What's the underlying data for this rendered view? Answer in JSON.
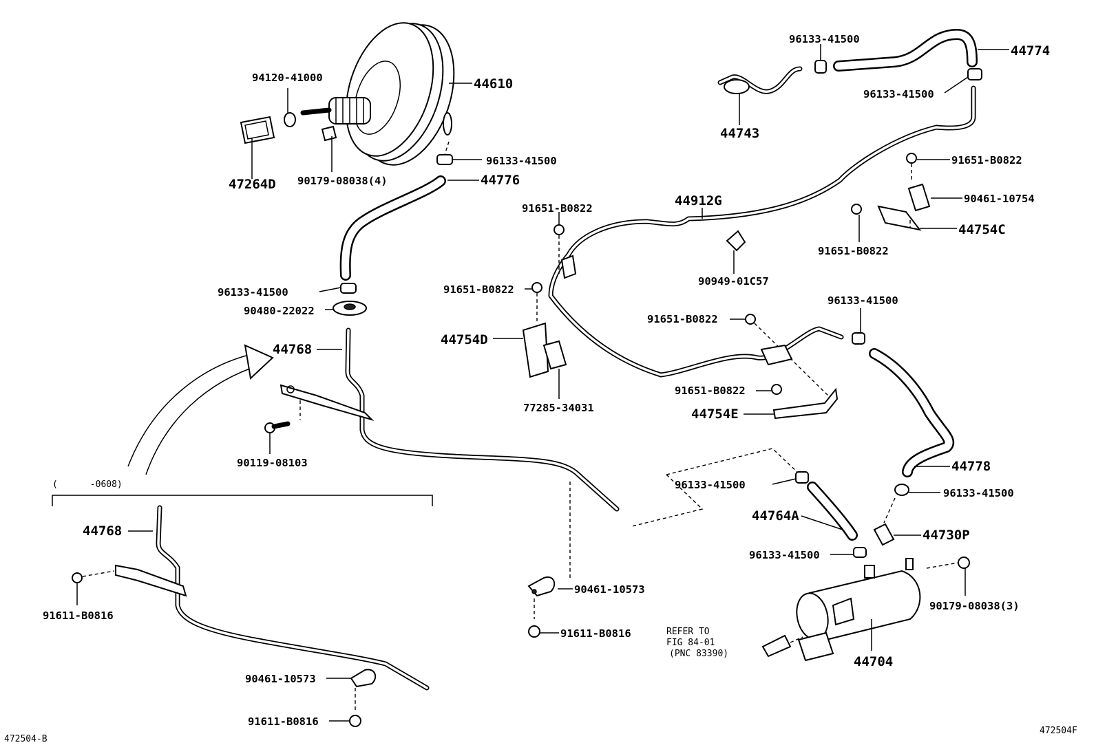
{
  "labels": {
    "p44610": "44610",
    "p94120_41000": "94120-41000",
    "p47264D": "47264D",
    "p90179_08038_4": "90179-08038(4)",
    "p96133_41500_a": "96133-41500",
    "p44776": "44776",
    "p96133_41500_b": "96133-41500",
    "p90480_22022": "90480-22022",
    "p44768_a": "44768",
    "p90119_08103": "90119-08103",
    "p96133_41500_c": "96133-41500",
    "p96133_41500_d": "96133-41500",
    "p44774": "44774",
    "p44743": "44743",
    "p91651_B0822_a": "91651-B0822",
    "p90461_10754": "90461-10754",
    "p44912G": "44912G",
    "p91651_B0822_b": "91651-B0822",
    "p44754C": "44754C",
    "p91651_B0822_c": "91651-B0822",
    "p90949_01C57": "90949-01C57",
    "p91651_B0822_d": "91651-B0822",
    "p44754D": "44754D",
    "p77285_34031": "77285-34031",
    "p96133_41500_e": "96133-41500",
    "p91651_B0822_e": "91651-B0822",
    "p91651_B0822_f": "91651-B0822",
    "p44754E": "44754E",
    "p44778": "44778",
    "p96133_41500_f": "96133-41500",
    "p96133_41500_g": "96133-41500",
    "p44764A": "44764A",
    "p44730P": "44730P",
    "p96133_41500_h": "96133-41500",
    "p90179_08038_3": "90179-08038(3)",
    "p90461_10573_a": "90461-10573",
    "p91611_B0816_a": "91611-B0816",
    "p44704": "44704",
    "p44768_b": "44768",
    "p91611_B0816_b": "91611-B0816",
    "p90461_10573_b": "90461-10573",
    "p91611_B0816_c": "91611-B0816",
    "range": "(      -0608)",
    "refer1": "REFER TO",
    "refer2": "FIG 84-01",
    "refer3": "(PNC 83390)",
    "code_left": "472504-B",
    "code_right": "472504F"
  }
}
